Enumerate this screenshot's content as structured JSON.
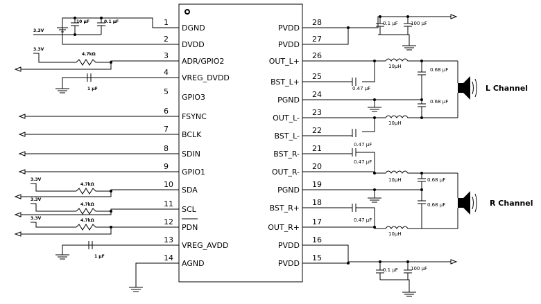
{
  "chip": {
    "left_pins": [
      {
        "num": "1",
        "name": "DGND"
      },
      {
        "num": "2",
        "name": "DVDD"
      },
      {
        "num": "3",
        "name": "ADR/GPIO2"
      },
      {
        "num": "4",
        "name": "VREG_DVDD"
      },
      {
        "num": "5",
        "name": "GPIO3"
      },
      {
        "num": "6",
        "name": "FSYNC"
      },
      {
        "num": "7",
        "name": "BCLK"
      },
      {
        "num": "8",
        "name": "SDIN"
      },
      {
        "num": "9",
        "name": "GPIO1"
      },
      {
        "num": "10",
        "name": "SDA"
      },
      {
        "num": "11",
        "name": "SCL"
      },
      {
        "num": "12",
        "name": "PDN"
      },
      {
        "num": "13",
        "name": "VREG_AVDD"
      },
      {
        "num": "14",
        "name": "AGND"
      }
    ],
    "right_pins": [
      {
        "num": "28",
        "name": "PVDD"
      },
      {
        "num": "27",
        "name": "PVDD"
      },
      {
        "num": "26",
        "name": "OUT_L+"
      },
      {
        "num": "25",
        "name": "BST_L+"
      },
      {
        "num": "24",
        "name": "PGND"
      },
      {
        "num": "23",
        "name": "OUT_L-"
      },
      {
        "num": "22",
        "name": "BST_L-"
      },
      {
        "num": "21",
        "name": "BST_R-"
      },
      {
        "num": "20",
        "name": "OUT_R-"
      },
      {
        "num": "19",
        "name": "PGND"
      },
      {
        "num": "18",
        "name": "BST_R+"
      },
      {
        "num": "17",
        "name": "OUT_R+"
      },
      {
        "num": "16",
        "name": "PVDD"
      },
      {
        "num": "15",
        "name": "PVDD"
      }
    ]
  },
  "labels": {
    "v33": "3.3V",
    "c10u": "10 μF",
    "c01u": "0.1 μF",
    "r47k": "4.7kΩ",
    "c1u": "1 μF",
    "c1u_b": "1 μF",
    "c01u_r": "0.1 μF",
    "c100u_r": "100 μF",
    "l10u": "10μH",
    "c047u": "0.47 μF",
    "c068u": "0.68 μF",
    "c068": "0.68",
    "uF": "μF"
  },
  "channels": {
    "left": "L Channel",
    "right": "R Channel"
  }
}
